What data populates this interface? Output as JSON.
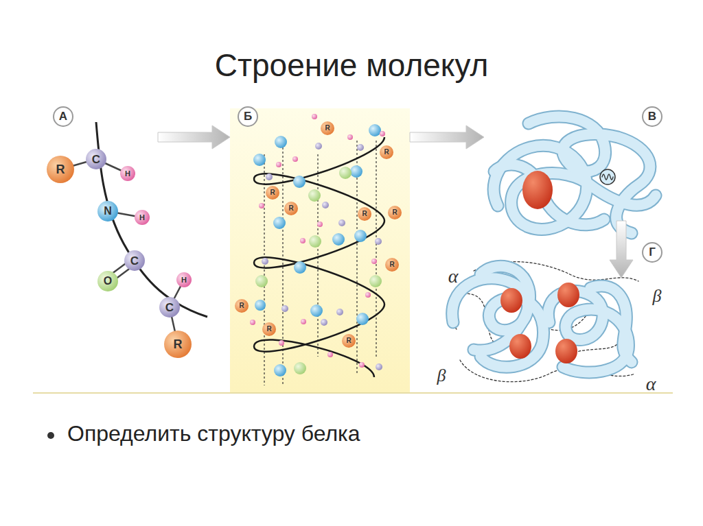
{
  "diagram": {
    "title": "Строение молекул",
    "caption": "Определить структуру белка",
    "nodes": [
      {
        "text": [
          "А"
        ]
      },
      {
        "text": [
          "Б"
        ]
      },
      {
        "text": [
          "В"
        ]
      },
      {
        "text": [
          "Г"
        ]
      }
    ],
    "edges": [
      {
        "from": 0,
        "to": 1,
        "arrow": "to"
      },
      {
        "from": 1,
        "to": 2,
        "arrow": "to"
      },
      {
        "from": 2,
        "to": 3,
        "arrow": "to"
      }
    ],
    "labels": [
      "R",
      "C",
      "H",
      "N",
      "H",
      "C",
      "O",
      "H",
      "C",
      "R",
      "R",
      "R",
      "R",
      "R",
      "R",
      "R",
      "R",
      "R",
      "R",
      "R",
      "α",
      "β",
      "β",
      "α"
    ]
  }
}
